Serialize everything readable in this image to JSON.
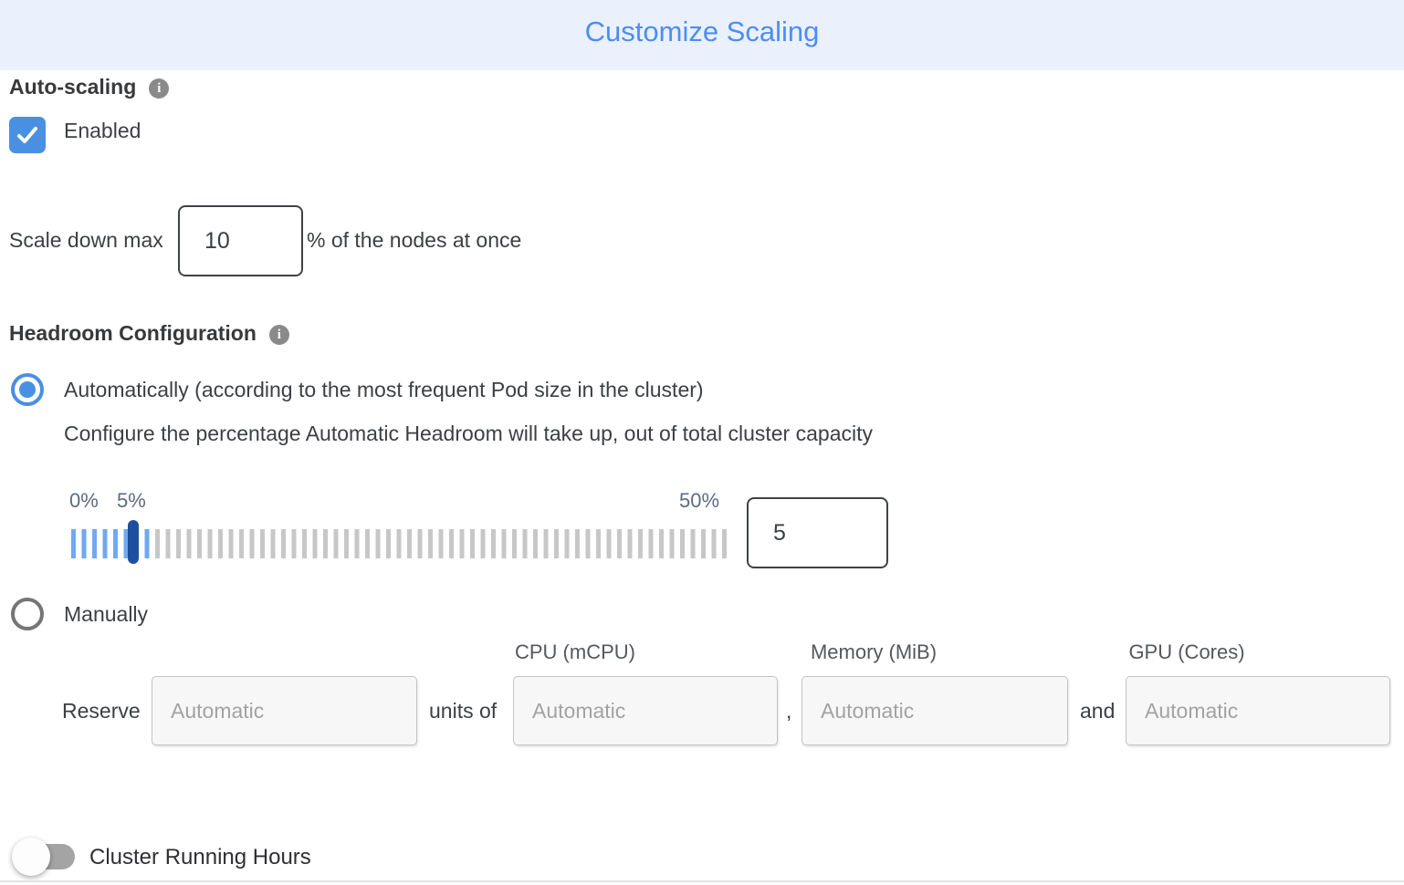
{
  "header": {
    "title": "Customize Scaling"
  },
  "auto_scaling": {
    "label": "Auto-scaling",
    "checkbox": {
      "checked": true,
      "label": "Enabled"
    }
  },
  "scale_down": {
    "label": "Scale down max",
    "value": "10",
    "suffix": "% of the nodes at once"
  },
  "headroom": {
    "label": "Headroom Configuration",
    "options": {
      "automatic": {
        "label": "Automatically (according to the most frequent Pod size in the cluster)",
        "selected": true
      },
      "manual": {
        "label": "Manually",
        "selected": false
      }
    },
    "description": "Configure the percentage Automatic Headroom will take up, out of total cluster capacity",
    "slider": {
      "min_label": "0%",
      "current_label": "5%",
      "max_label": "50%",
      "min": 0,
      "max": 50,
      "value": 5
    },
    "value_input": "5"
  },
  "reserve": {
    "label": "Reserve",
    "placeholder": "Automatic",
    "units_of_label": "units of",
    "comma_separator": ",",
    "and_label": "and",
    "column_headers": [
      "CPU (mCPU)",
      "Memory (MiB)",
      "GPU (Cores)"
    ]
  },
  "cluster_running_hours": {
    "label": "Cluster Running Hours",
    "enabled": false
  },
  "icons": {
    "info_glyph": "i"
  },
  "colors": {
    "accent_blue": "#4a90e2",
    "title_blue": "#4d8df6",
    "header_bg": "#eaf1fd",
    "slider_active_tick": "#6ea9f2",
    "slider_thumb": "#1d4f9e",
    "slider_inactive_tick": "#c7c7c7"
  }
}
